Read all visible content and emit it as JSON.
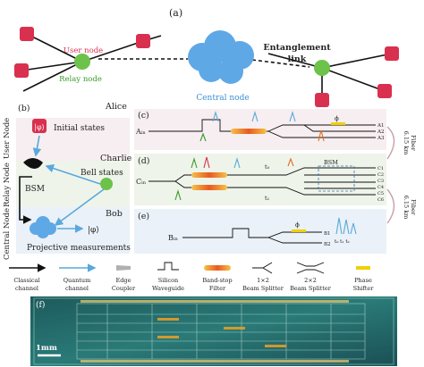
{
  "panel_a": {
    "label": "(a)",
    "user_node": "User node",
    "relay_node": "Relay node",
    "central_node": "Central node",
    "entanglement_link_1": "Entanglement",
    "entanglement_link_2": "link"
  },
  "panel_b": {
    "label": "(b)",
    "alice": "Alice",
    "charlie": "Charlie",
    "bob": "Bob",
    "initial_states": "Initial states",
    "phi_symbol": "|φ⟩",
    "bell_states": "Bell states",
    "bsm": "BSM",
    "projective": "Projective measurements",
    "output_state": "|φ⟩",
    "side_user": "User Node",
    "side_relay": "Relay Node",
    "side_central": "Central Node"
  },
  "panel_c": {
    "label": "(c)",
    "input": "Aᵢₙ",
    "phase": "ϕ",
    "outputs": [
      "A1",
      "A2",
      "A3"
    ]
  },
  "panel_d": {
    "label": "(d)",
    "input": "Cᵢₙ",
    "t0": "t₀",
    "t1": "t₁",
    "bsm": "BSM",
    "outputs": [
      "C1",
      "C2",
      "C3",
      "C4",
      "C5",
      "C6"
    ]
  },
  "panel_e": {
    "label": "(e)",
    "input": "Bᵢₙ",
    "phase": "ϕ",
    "outputs": [
      "B1",
      "B2"
    ],
    "time_labels": "t₀ t₁ t₂"
  },
  "fiber": {
    "top_len": "6.15 km",
    "top_word": "Fiber",
    "bot_len": "6.15 km",
    "bot_word": "Fiber"
  },
  "legend": {
    "items": [
      {
        "line1": "Classical",
        "line2": "channel"
      },
      {
        "line1": "Quantum",
        "line2": "channel"
      },
      {
        "line1": "Edge",
        "line2": "Coupler"
      },
      {
        "line1": "Silicon",
        "line2": "Waveguide"
      },
      {
        "line1": "Band-stop",
        "line2": "Filter"
      },
      {
        "line1": "1×2",
        "line2": "Beam Splitter"
      },
      {
        "line1": "2×2",
        "line2": "Beam Splitter"
      },
      {
        "line1": "Phase",
        "line2": "Shifter"
      }
    ]
  },
  "panel_f": {
    "label": "(f)",
    "scale": "1mm"
  },
  "colors": {
    "user": "#d9304f",
    "relay": "#6cc24a",
    "central": "#5ea8e6",
    "quantum": "#5aa8dc",
    "filter": "#f0a020"
  }
}
